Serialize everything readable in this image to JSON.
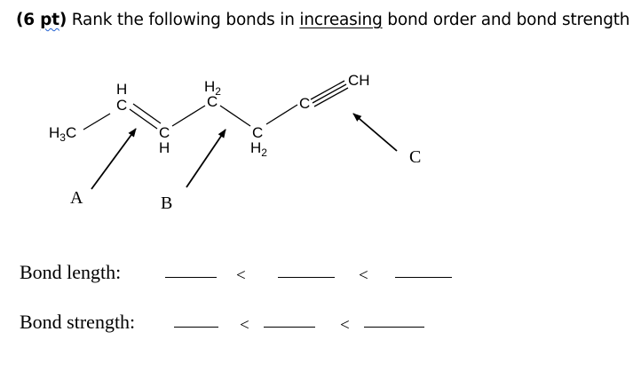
{
  "question": {
    "points": "(6 pt)",
    "points_pre": "(6 ",
    "points_word": "pt",
    "points_post": ")",
    "text_before": " Rank the following bonds in ",
    "emphasis": "increasing",
    "text_after": " bond order and bond strength"
  },
  "molecule": {
    "atoms": {
      "h3c_base": "H",
      "h3c_sub": "3",
      "h3c_tail": "C",
      "c2_h": "H",
      "c2_c": "C",
      "c3_c": "C",
      "c3_h": "H",
      "c4_h": "H",
      "c4_sub": "2",
      "c4_c": "C",
      "c5_c": "C",
      "c5_h": "H",
      "c5_sub": "2",
      "c6_c": "C",
      "ch": "CH"
    },
    "bond_labels": [
      "A",
      "B",
      "C"
    ]
  },
  "ranking": {
    "rows": [
      {
        "label": "Bond length:",
        "separator": "<"
      },
      {
        "label": "Bond strength:",
        "separator": "<"
      }
    ]
  }
}
